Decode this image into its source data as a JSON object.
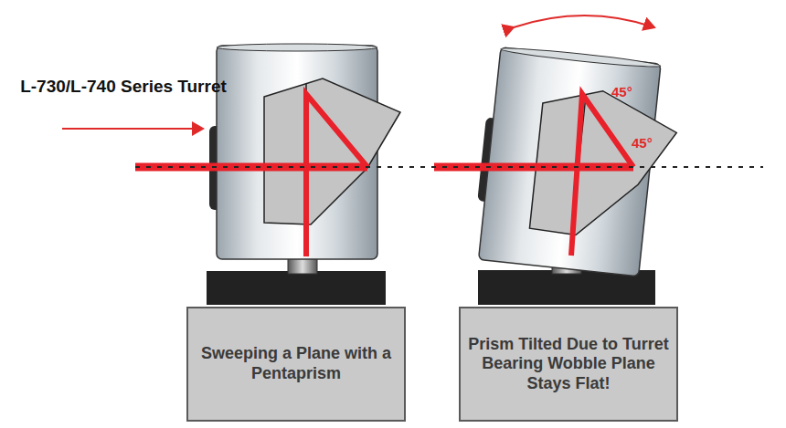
{
  "diagram": {
    "nodes": [
      {
        "text": [
          "Sweeping a Plane with a Pentaprism"
        ]
      },
      {
        "text": [
          "Prism Tilted Due to Turret Bearing Wobble Plane Stays Flat!"
        ]
      }
    ],
    "labels": [
      "L-730/L-740 Series Turret",
      "45°",
      "45°"
    ]
  }
}
